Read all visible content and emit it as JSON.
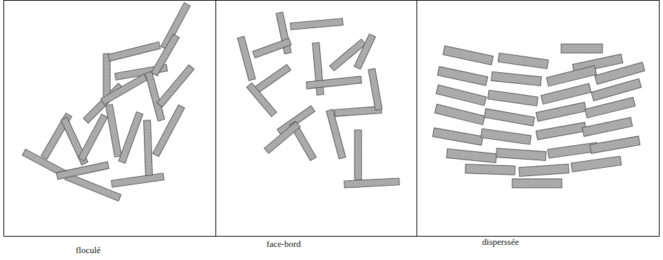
{
  "diagram": {
    "labels": [
      "floculé",
      "face-bord",
      "disperssée"
    ]
  }
}
